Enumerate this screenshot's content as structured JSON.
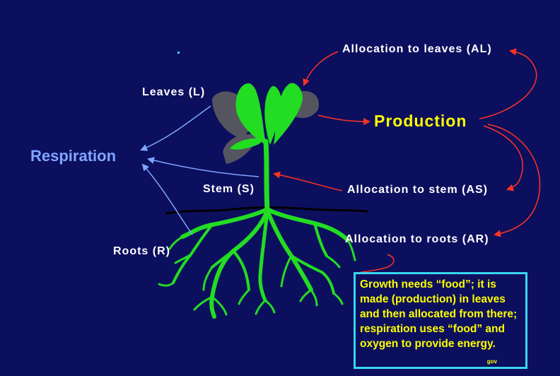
{
  "diagram": {
    "labels": {
      "leaves": "Leaves (L)",
      "stem": "Stem (S)",
      "roots": "Roots (R)",
      "respiration": "Respiration",
      "production": "Production",
      "alloc_leaves": "Allocation to leaves (AL)",
      "alloc_stem": "Allocation to stem (AS)",
      "alloc_roots": "Allocation to roots (AR)"
    },
    "note": {
      "text": "Growth needs “food”; it is made (production) in leaves and then allocated from there; respiration uses “food” and oxygen to provide energy.",
      "credit": "gov"
    },
    "colors": {
      "background": "#0c0f5e",
      "plant": "#22dd22",
      "leaf_shadow": "#555560",
      "respiration_arrows": "#7fa6ff",
      "allocation_arrows": "#ff3322",
      "production_text": "#ffff00",
      "note_border": "#3ad6f0"
    }
  }
}
